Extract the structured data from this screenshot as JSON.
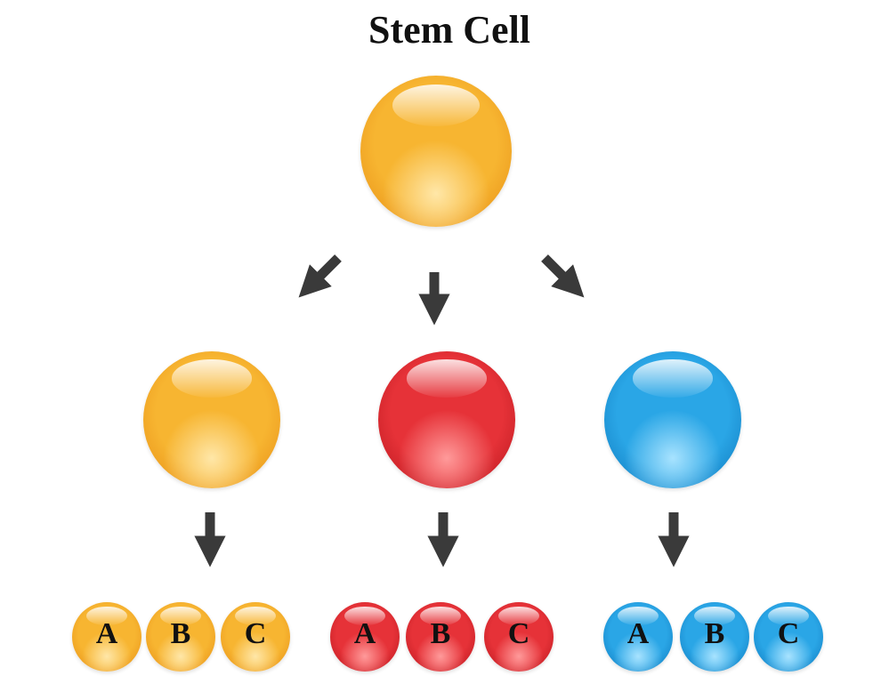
{
  "title": "Stem Cell",
  "colors": {
    "orange": "#F5A623",
    "red": "#E0272E",
    "blue": "#1E9CE0",
    "arrow": "#3a3a3a"
  },
  "nodes": {
    "stem": {
      "color": "orange"
    },
    "children": [
      {
        "color": "orange",
        "cells": [
          "A",
          "B",
          "C"
        ]
      },
      {
        "color": "red",
        "cells": [
          "A",
          "B",
          "C"
        ]
      },
      {
        "color": "blue",
        "cells": [
          "A",
          "B",
          "C"
        ]
      }
    ]
  }
}
